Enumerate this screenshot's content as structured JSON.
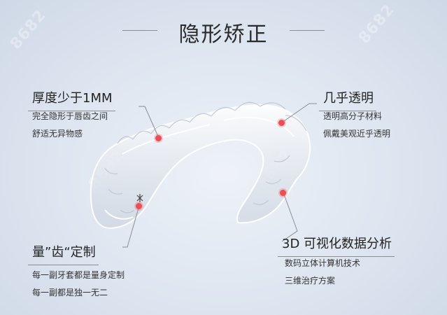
{
  "title": "隐形矫正",
  "watermark": "8682",
  "features": [
    {
      "heading": "厚度少于1MM",
      "lines": [
        "完全隐形于唇齿之间",
        "舒适无异物感"
      ]
    },
    {
      "heading": "几乎透明",
      "lines": [
        "透明高分子材料",
        "佩戴美观近乎透明"
      ]
    },
    {
      "heading": "量”齿“定制",
      "lines": [
        "每一副牙套都是量身定制",
        "每一副都是独一无二"
      ]
    },
    {
      "heading": "3D 可视化数据分析",
      "lines": [
        "数码立体计算机技术",
        "三维治疗方案"
      ]
    }
  ],
  "colors": {
    "accent": "#ec4d55",
    "rule": "#8a8f96"
  }
}
